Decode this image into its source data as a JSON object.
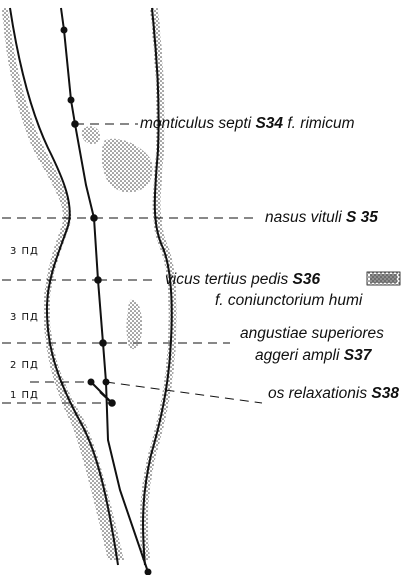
{
  "points": [
    {
      "id": "S34",
      "name": "monticulus septi",
      "code": "S34",
      "extra": "f. rimicum"
    },
    {
      "id": "S35",
      "name": "nasus vituli",
      "code": "S 35"
    },
    {
      "id": "S36",
      "name": "vicus tertius pedis",
      "code": "S36",
      "line2": "f. coniunctorium humi"
    },
    {
      "id": "S37",
      "name": "angustiae superiores",
      "line2_name": "aggeri ampli",
      "code": "S37"
    },
    {
      "id": "S38",
      "name": "os relaxationis",
      "code": "S38"
    }
  ],
  "measurements": [
    "3 ПД",
    "3 ПД",
    "2 ПД",
    "1 ПД"
  ]
}
